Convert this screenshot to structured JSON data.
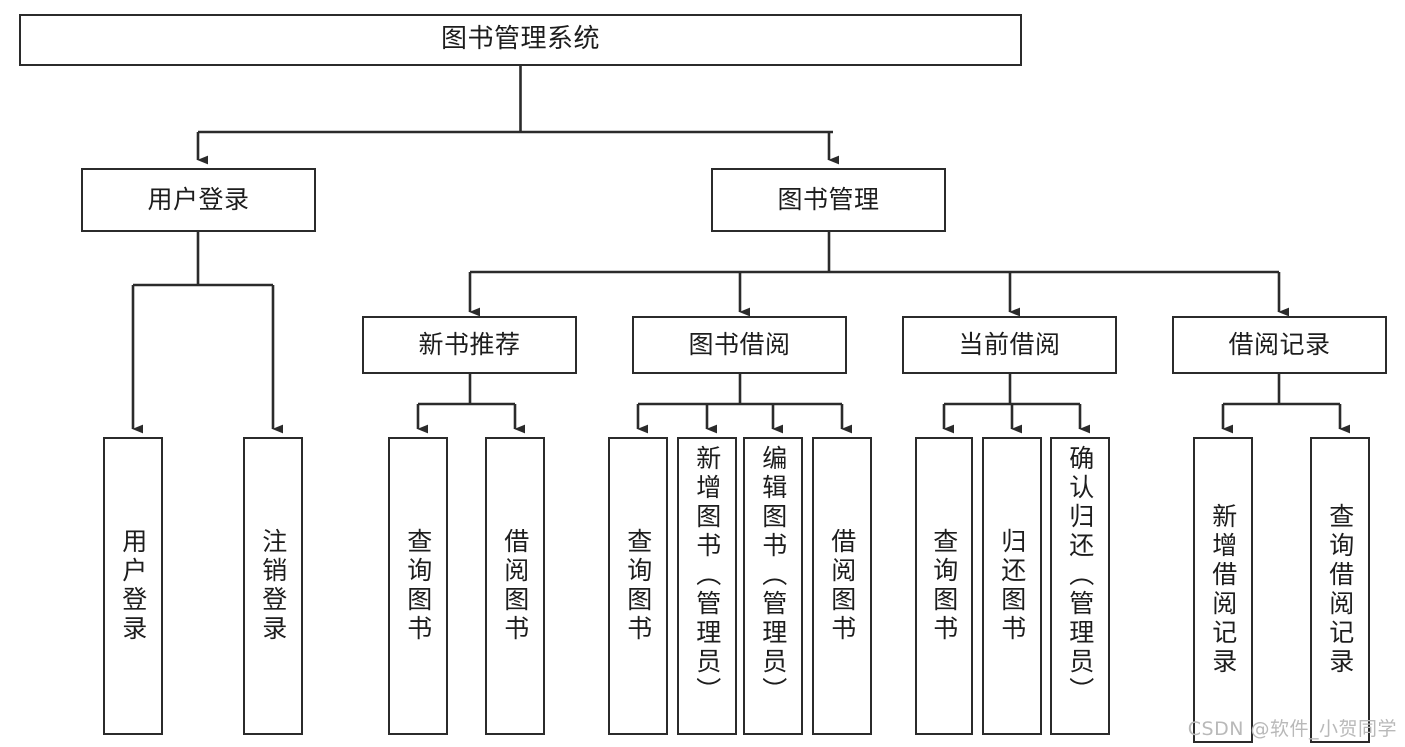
{
  "diagram": {
    "title": "图书管理系统",
    "type": "tree-hierarchy-diagram",
    "watermark": "CSDN @软件_小贺同学",
    "colors": {
      "stroke": "#2b2b2b",
      "fill": "#ffffff",
      "text": "#1d1d1d",
      "watermark": "#b9b9b9"
    },
    "root": {
      "label": "图书管理系统"
    },
    "level1": [
      {
        "label": "用户登录"
      },
      {
        "label": "图书管理"
      }
    ],
    "level2": [
      {
        "label": "新书推荐"
      },
      {
        "label": "图书借阅"
      },
      {
        "label": "当前借阅"
      },
      {
        "label": "借阅记录"
      }
    ],
    "leaves": {
      "user_login": [
        {
          "label": "用户登录"
        },
        {
          "label": "注销登录"
        }
      ],
      "new_book_recommend": [
        {
          "label": "查询图书"
        },
        {
          "label": "借阅图书"
        }
      ],
      "book_borrow": [
        {
          "label": "查询图书"
        },
        {
          "label": "新增图书（管理员）"
        },
        {
          "label": "编辑图书（管理员）"
        },
        {
          "label": "借阅图书"
        }
      ],
      "current_borrow": [
        {
          "label": "查询图书"
        },
        {
          "label": "归还图书"
        },
        {
          "label": "确认归还（管理员）"
        }
      ],
      "borrow_record": [
        {
          "label": "新增借阅记录"
        },
        {
          "label": "查询借阅记录"
        }
      ]
    }
  }
}
